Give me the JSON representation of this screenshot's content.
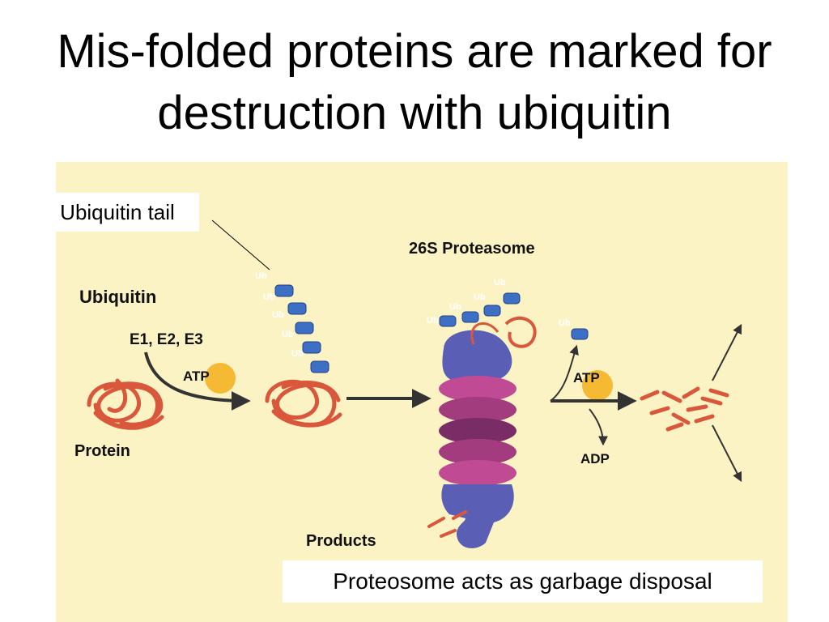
{
  "slide": {
    "title": "Mis-folded proteins are marked for destruction with ubiquitin"
  },
  "callouts": {
    "ubiquitin_tail": "Ubiquitin tail",
    "garbage_disposal": "Proteosome acts as garbage disposal"
  },
  "figure": {
    "ubiquitin": "Ubiquitin",
    "enzymes": "E1, E2, E3",
    "atp_1": "ATP",
    "protein": "Protein",
    "proteasome": "26S Proteasome",
    "atp_2": "ATP",
    "adp": "ADP",
    "products": "Products",
    "ub": "Ub"
  },
  "colors": {
    "background": "#fcf3c4",
    "ubiquitin_block": "#3d6fc4",
    "protein": "#d9573a",
    "atp": "#f5b933",
    "proteasome_ring": "#c04a93",
    "proteasome_cap": "#5a5fb5"
  }
}
